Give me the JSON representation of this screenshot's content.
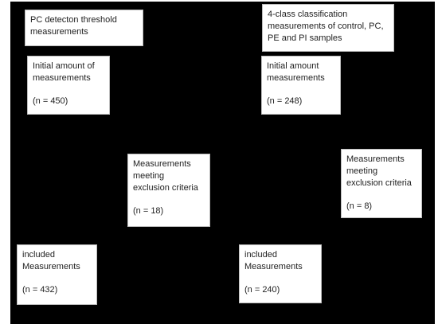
{
  "colors": {
    "background": "#000000",
    "box_fill": "#ffffff",
    "arrow": "#000000"
  },
  "left_flow": {
    "header": [
      "PC detecton threshold",
      "measurements"
    ],
    "initial": {
      "lines": [
        "Initial amount of",
        "measurements"
      ],
      "n": "(n = 450)"
    },
    "excluded": {
      "lines": [
        "Measurements",
        "meeting",
        "exclusion criteria"
      ],
      "n": "(n = 18)"
    },
    "included": {
      "lines": [
        "included",
        "Measurements"
      ],
      "n": "(n = 432)"
    }
  },
  "right_flow": {
    "header": [
      "4-class classification",
      "measurements of control, PC,",
      "PE and PI samples"
    ],
    "initial": {
      "lines": [
        "Initial amount",
        "measurements"
      ],
      "n": "(n = 248)"
    },
    "excluded": {
      "lines": [
        "Measurements",
        "meeting",
        "exclusion criteria"
      ],
      "n": "(n = 8)"
    },
    "included": {
      "lines": [
        "included",
        "Measurements"
      ],
      "n": "(n = 240)"
    }
  }
}
